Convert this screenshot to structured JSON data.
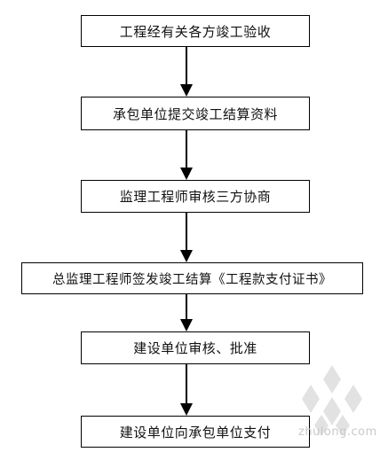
{
  "steps": [
    {
      "label": "工程经有关各方竣工验收"
    },
    {
      "label": "承包单位提交竣工结算资料"
    },
    {
      "label": "监理工程师审核三方协商"
    },
    {
      "label": "总监理工程师签发竣工结算《工程款支付证书》"
    },
    {
      "label": "建设单位审核、批准"
    },
    {
      "label": "建设单位向承包单位支付"
    }
  ],
  "watermark": {
    "text": "zhulong.com"
  },
  "colors": {
    "border": "#000000",
    "arrow": "#000000",
    "watermark": "#cccccc"
  }
}
